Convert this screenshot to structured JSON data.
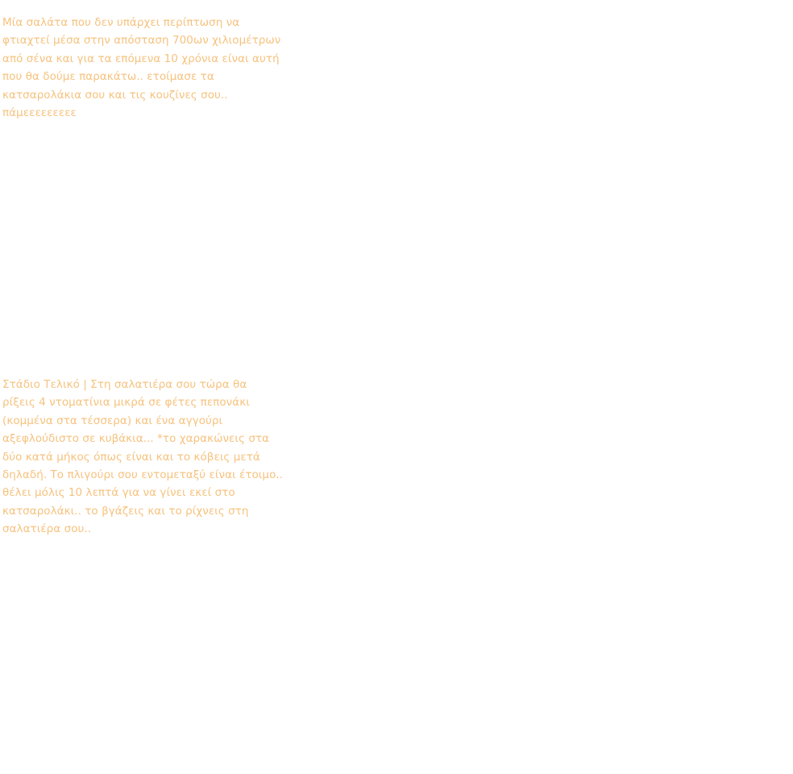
{
  "post": {
    "intro_lines": [
      "Μία σαλάτα που δεν υπάρχει περίπτωση να",
      "φτιαχτεί μέσα στην απόσταση 700ων χιλιομέτρων",
      "από σένα και για τα επόμενα 10 χρόνια είναι αυτή",
      "που θα δούμε παρακάτω.. ετοίμασε τα",
      "κατσαρολάκια σου και τις κουζίνες σου..",
      "πάμεεεεεεεεε"
    ],
    "final_stage_lines": [
      "Στάδιο Τελικό | Στη σαλατιέρα σου τώρα θα",
      "ρίξεις 4 ντοματίνια μικρά σε φέτες πεπονάκι",
      "(κομμένα στα τέσσερα) και ένα αγγούρι",
      "αξεφλούδιστο σε κυβάκια... *το χαρακώνεις στα",
      "δύο κατά μήκος όπως είναι και το κόβεις μετά",
      "δηλαδή. Το πλιγούρι σου εντομεταξύ είναι έτοιμο..",
      "θέλει μόλις 10 λεπτά για να γίνει εκεί στο",
      "κατσαρολάκι.. το βγάζεις και το ρίχνεις στη",
      "σαλατιέρα σου.."
    ],
    "colors": {
      "text": "#f6c27e",
      "background": "#ffffff"
    }
  }
}
